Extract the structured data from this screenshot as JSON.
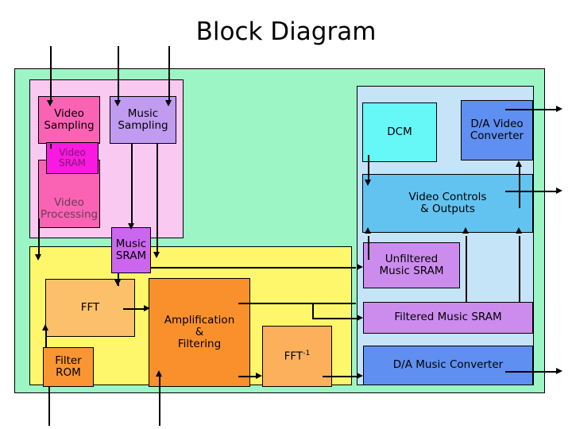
{
  "title": "Block Diagram",
  "colors": {
    "outer_system": "#9cf5c4",
    "video_group": "#f9c9f2",
    "audio_group": "#fff76b",
    "output_group": "#c5e4f8",
    "video_sampling": "#fa63b4",
    "video_sram": "#fa19e0",
    "video_processing": "#fa63b4",
    "music_sampling": "#c09bf0",
    "music_sram": "#cc66ee",
    "fft": "#fcc06a",
    "filter_rom": "#f99532",
    "amplification": "#f9902c",
    "fft_inverse": "#fcb05c",
    "dcm": "#66f7f7",
    "video_controls": "#63c3f0",
    "da_video_converter": "#5f8ff0",
    "unfiltered_music_sram": "#cc8cee",
    "filtered_music_sram": "#cc8cee",
    "da_music_converter": "#5f8ff0",
    "stroke": "#000000",
    "background": "#ffffff"
  },
  "groups": {
    "system": {
      "name": "system-container"
    },
    "video_group": {
      "name": "video-subsystem-container"
    },
    "audio_group": {
      "name": "audio-subsystem-container"
    },
    "output_group": {
      "name": "output-subsystem-container"
    }
  },
  "blocks": {
    "video_sampling": {
      "label": "Video\nSampling"
    },
    "video_sram": {
      "label": "Video\nSRAM"
    },
    "video_processing": {
      "label": "Video\nProcessing"
    },
    "music_sampling": {
      "label": "Music\nSampling"
    },
    "music_sram": {
      "label": "Music\nSRAM"
    },
    "fft": {
      "label": "FFT"
    },
    "filter_rom": {
      "label": "Filter\nROM"
    },
    "amplification": {
      "label": "Amplification\n&\nFiltering"
    },
    "fft_inverse": {
      "label_main": "FFT",
      "label_sup": "-1"
    },
    "dcm": {
      "label": "DCM"
    },
    "da_video_converter": {
      "label": "D/A Video\nConverter"
    },
    "video_controls": {
      "label": "Video Controls\n& Outputs"
    },
    "unfiltered_music_sram": {
      "label": "Unfiltered\nMusic SRAM"
    },
    "filtered_music_sram": {
      "label": "Filtered Music SRAM"
    },
    "da_music_converter": {
      "label": "D/A  Music Converter"
    }
  },
  "connectors": {
    "input_video": {
      "name": "input-arrow-video-sampling"
    },
    "input_music_a": {
      "name": "input-arrow-music-sampling-left"
    },
    "input_music_b": {
      "name": "input-arrow-music-sampling-right"
    },
    "input_filter_rom": {
      "name": "input-arrow-filter-rom"
    },
    "input_amplification": {
      "name": "input-arrow-amplification"
    },
    "output_da_video": {
      "name": "output-arrow-da-video-converter"
    },
    "output_video_controls": {
      "name": "output-arrow-video-controls"
    },
    "output_da_music": {
      "name": "output-arrow-da-music-converter"
    }
  }
}
